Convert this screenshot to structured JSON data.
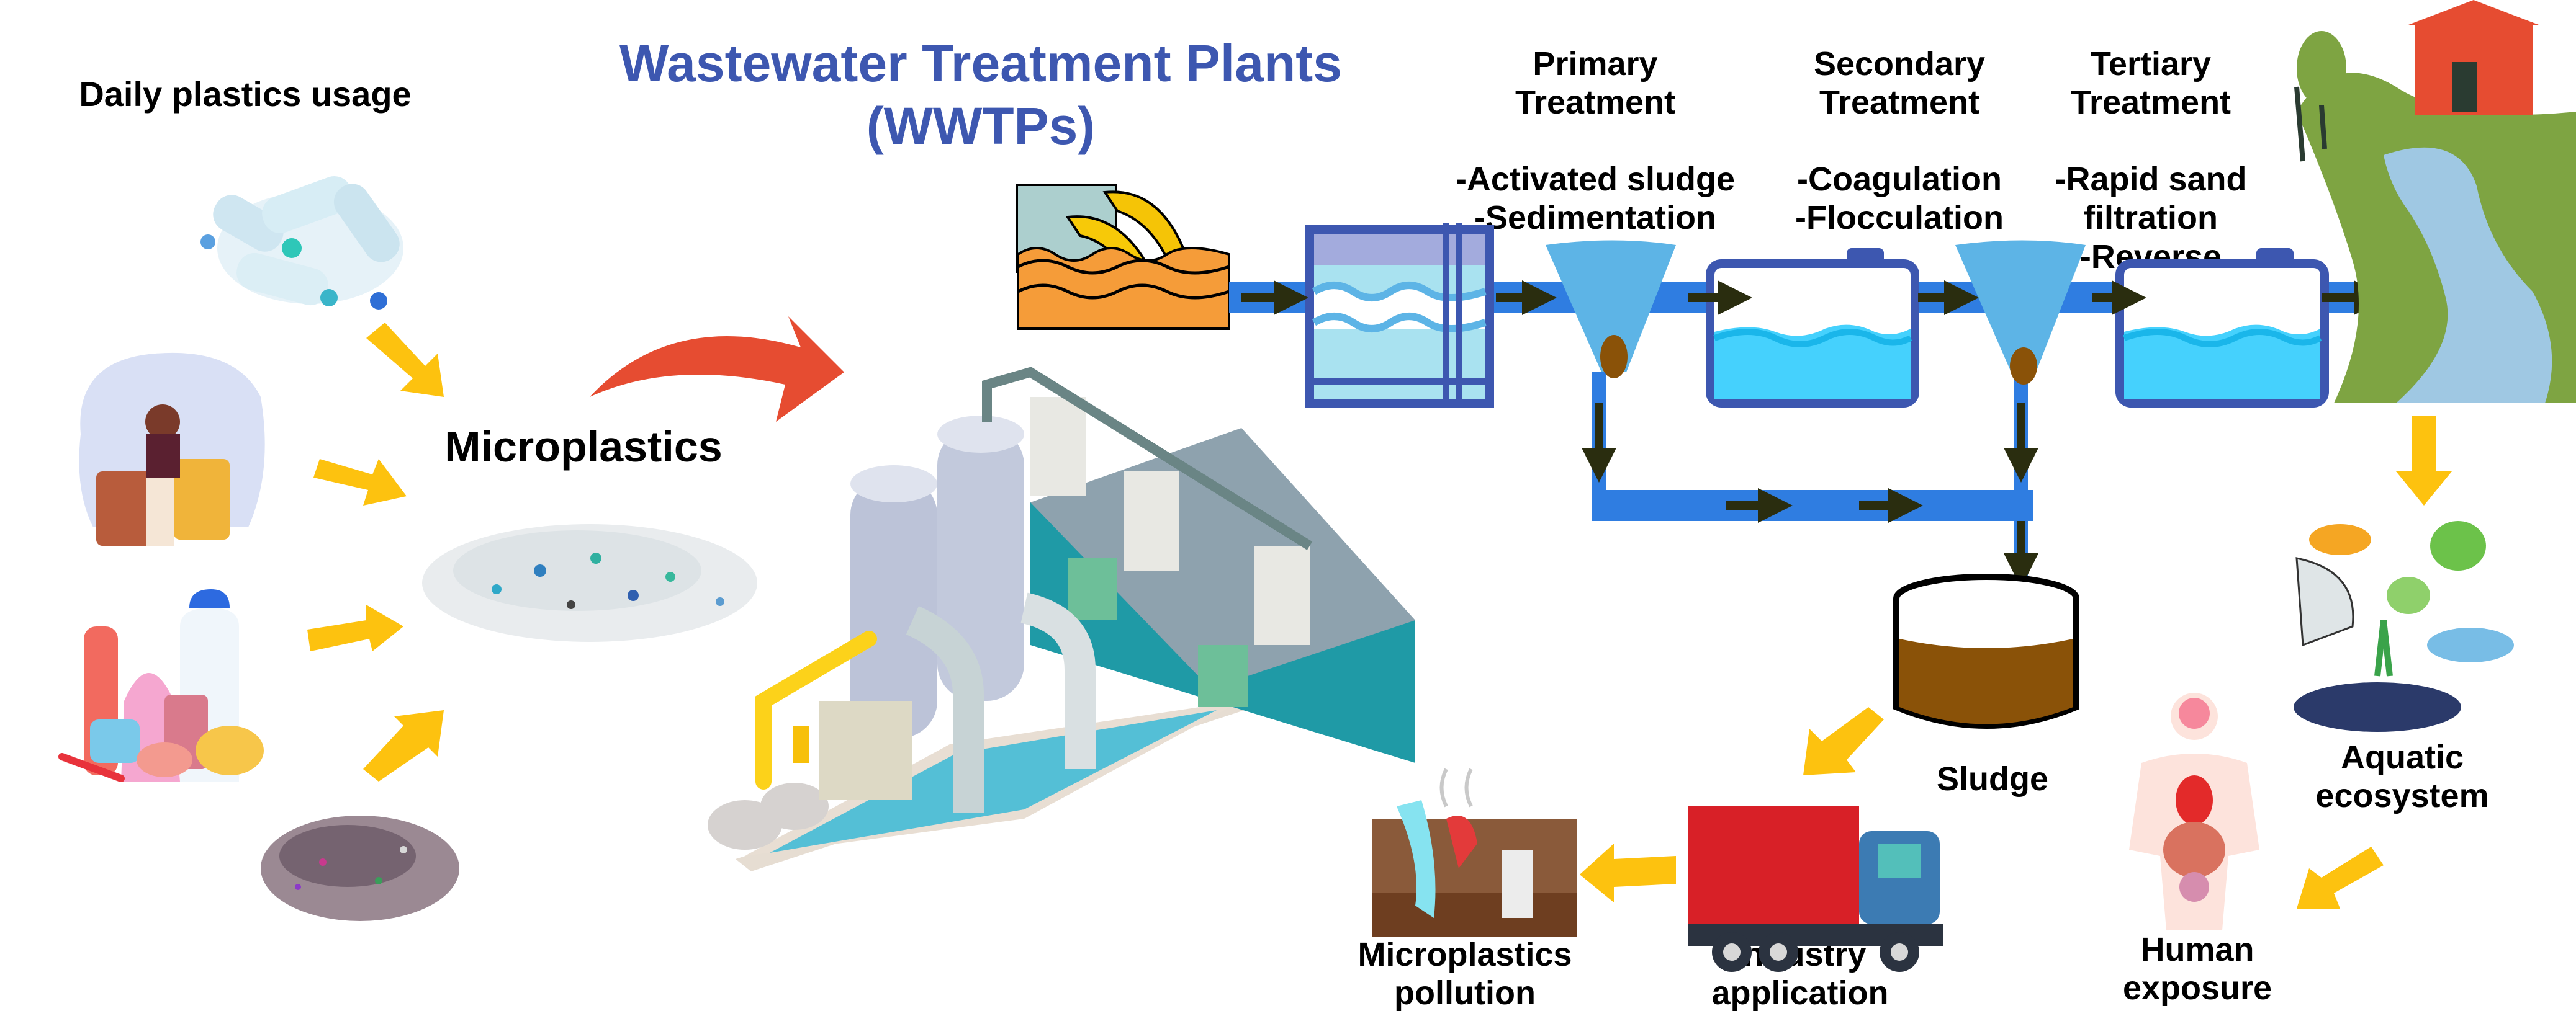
{
  "title": {
    "line1": "Wastewater Treatment Plants",
    "line2": "(WWTPs)"
  },
  "sources": {
    "heading": "Daily plastics usage",
    "items": [
      "plastic-bottles",
      "clothing-and-accessories",
      "personal-care-products",
      "glitter"
    ]
  },
  "microplastics": {
    "label": "Microplastics"
  },
  "stages": [
    {
      "id": "primary",
      "title": "Primary\nTreatment",
      "steps": "-Activated sludge\n-Sedimentation"
    },
    {
      "id": "secondary",
      "title": "Secondary\nTreatment",
      "steps": "-Coagulation\n-Flocculation"
    },
    {
      "id": "tertiary",
      "title": "Tertiary\nTreatment",
      "steps": "-Rapid sand\nfiltration\n-Reverse\nosmosis"
    }
  ],
  "outputs": {
    "sludge": "Sludge",
    "aquatic": "Aquatic\necosystem",
    "human": "Human\nexposure",
    "industry": "Industry\napplication",
    "pollution": "Microplastics\npollution"
  },
  "colors": {
    "title_blue": "#3d57b0",
    "arrow_yellow": "#fdc20f",
    "arrow_red": "#e64c31",
    "pipe_blue": "#2f7de1",
    "tank_outline": "#3d57b0",
    "water_light": "#a9e2f0",
    "water_bright": "#45d1fd",
    "cone_blue": "#5db4e6",
    "sludge_brown": "#8a5208",
    "flow_arrow": "#2a2d0f"
  }
}
